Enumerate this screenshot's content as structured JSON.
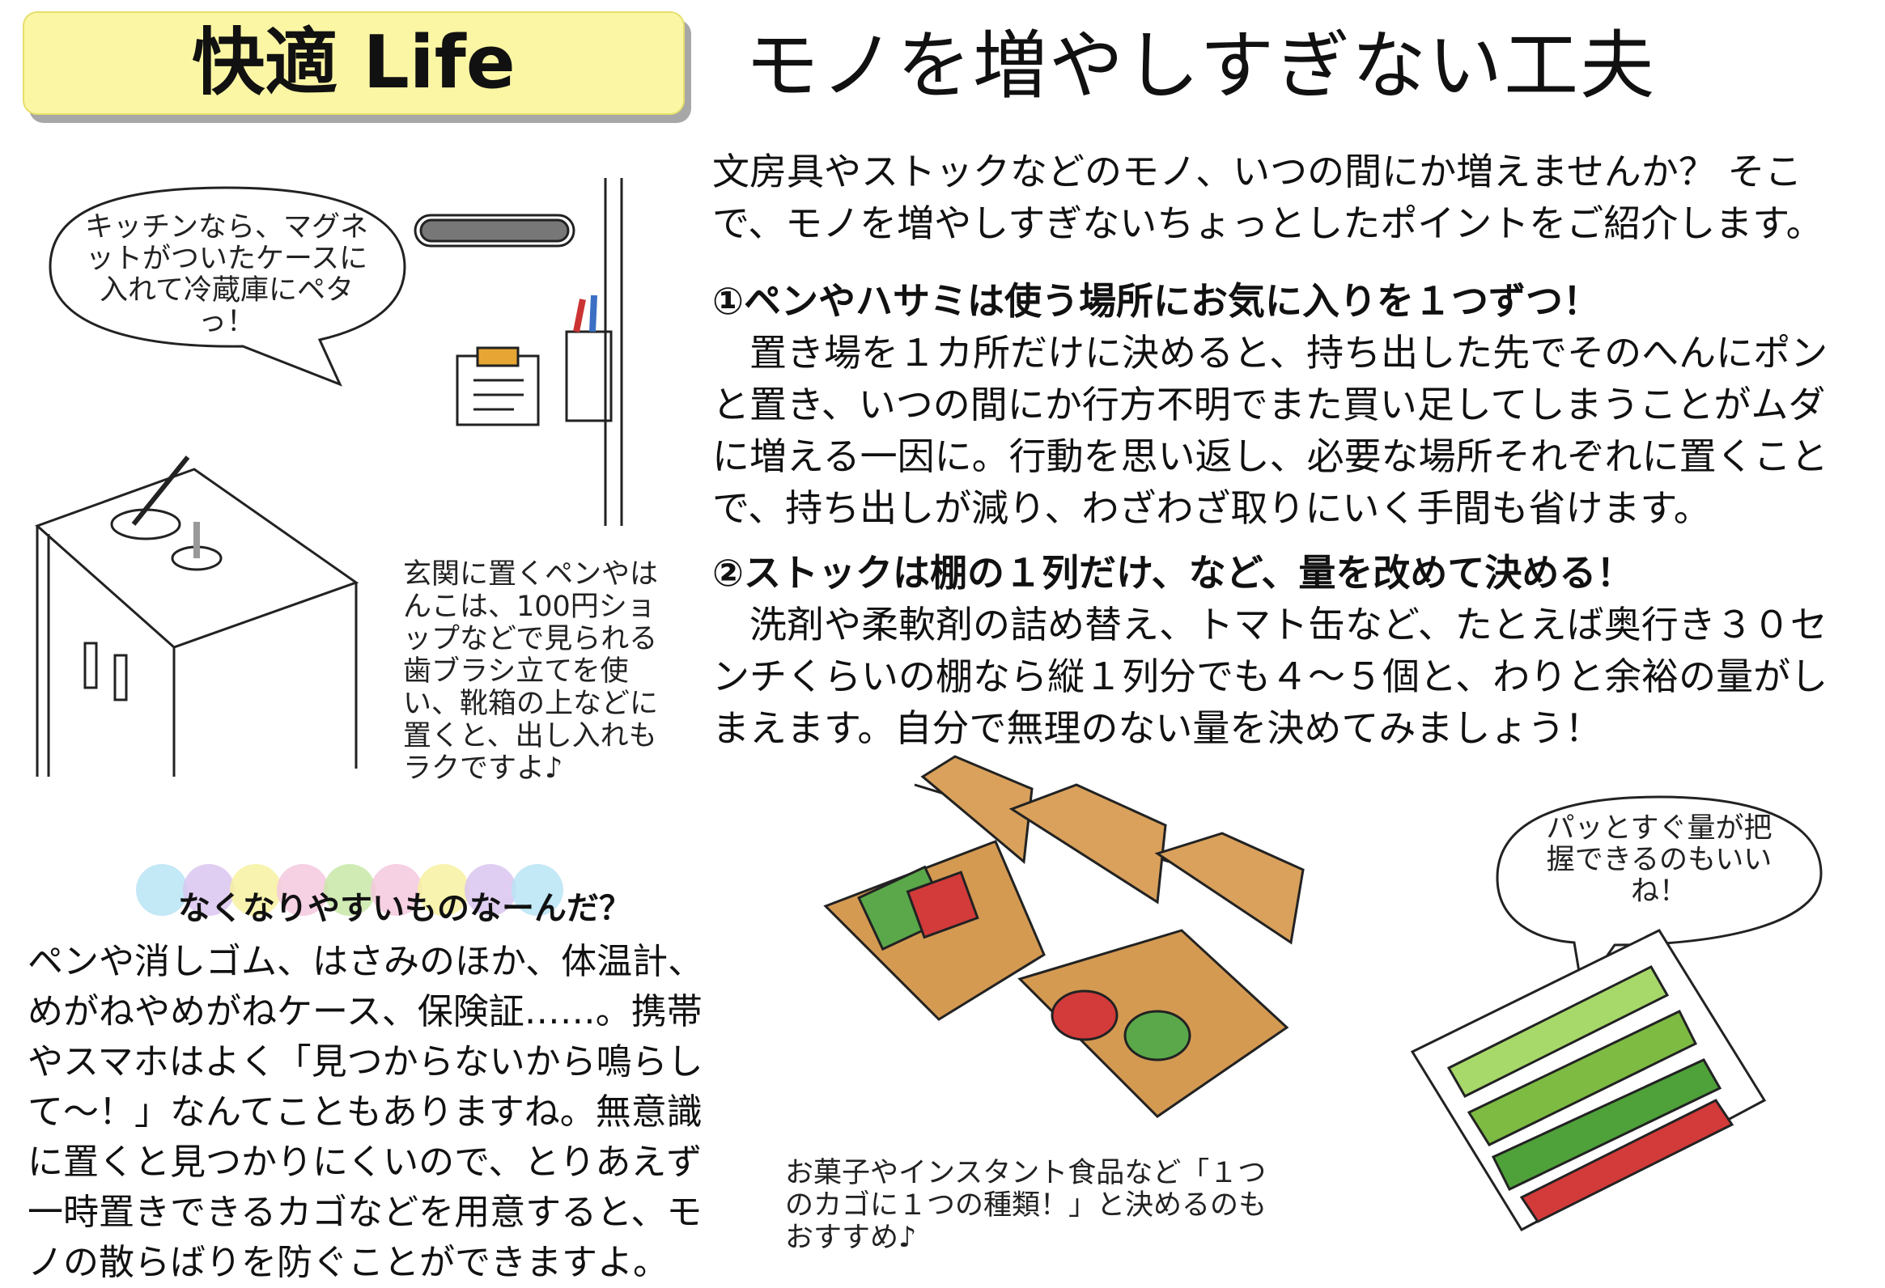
{
  "header": {
    "badge_title": "快適 Life",
    "main_title": "モノを増やしすぎない工夫"
  },
  "intro": "文房具やストックなどのモノ、いつの間にか増えませんか？ そこで、モノを増やしすぎないちょっとしたポイントをご紹介します。",
  "points": [
    {
      "heading": "①ペンやハサミは使う場所にお気に入りを１つずつ！",
      "body": "置き場を１カ所だけに決めると、持ち出した先でそのへんにポンと置き、いつの間にか行方不明でまた買い足してしまうことがムダに増える一因に。行動を思い返し、必要な場所それぞれに置くことで、持ち出しが減り、わざわざ取りにいく手間も省けます。"
    },
    {
      "heading": "②ストックは棚の１列だけ、など、量を改めて決める！",
      "body": "洗剤や柔軟剤の詰め替え、トマト缶など、たとえば奥行き３０センチくらいの棚なら縦１列分でも４～５個と、わりと余裕の量がしまえます。自分で無理のない量を決めてみましょう！"
    }
  ],
  "bubbles": {
    "kitchen": "キッチンなら、マグネットがついたケースに入れて冷蔵庫にペタっ！",
    "stock": "パッとすぐ量が把握できるのもいいね！"
  },
  "captions": {
    "genkan": "玄関に置くペンやはんこは、100円ショップなどで見られる歯ブラシ立てを使い、靴箱の上などに置くと、出し入れもラクですよ♪",
    "kago": "お菓子やインスタント食品など「１つのカゴに１つの種類！」と決めるのもおすすめ♪"
  },
  "tip": {
    "heading": "なくなりやすいものなーんだ？",
    "body": "ペンや消しゴム、はさみのほか、体温計、めがねやめがねケース、保険証……。携帯やスマホはよく「見つからないから鳴らして～！」なんてこともありますね。無意識に置くと見つかりにくいので、とりあえず一時置きできるカゴなどを用意すると、モノの散らばりを防ぐことができますよ。"
  },
  "colors": {
    "badge_fill": "#fbf6a4",
    "badge_shadow": "#a7a7a7",
    "basket": "#c98a3e",
    "dots": [
      "#b9e4f5",
      "#d9c5ef",
      "#f7f1a1",
      "#f5c8de",
      "#c9e7a8",
      "#f5c8de",
      "#f7f1a1",
      "#d9c5ef",
      "#b9e4f5"
    ]
  }
}
